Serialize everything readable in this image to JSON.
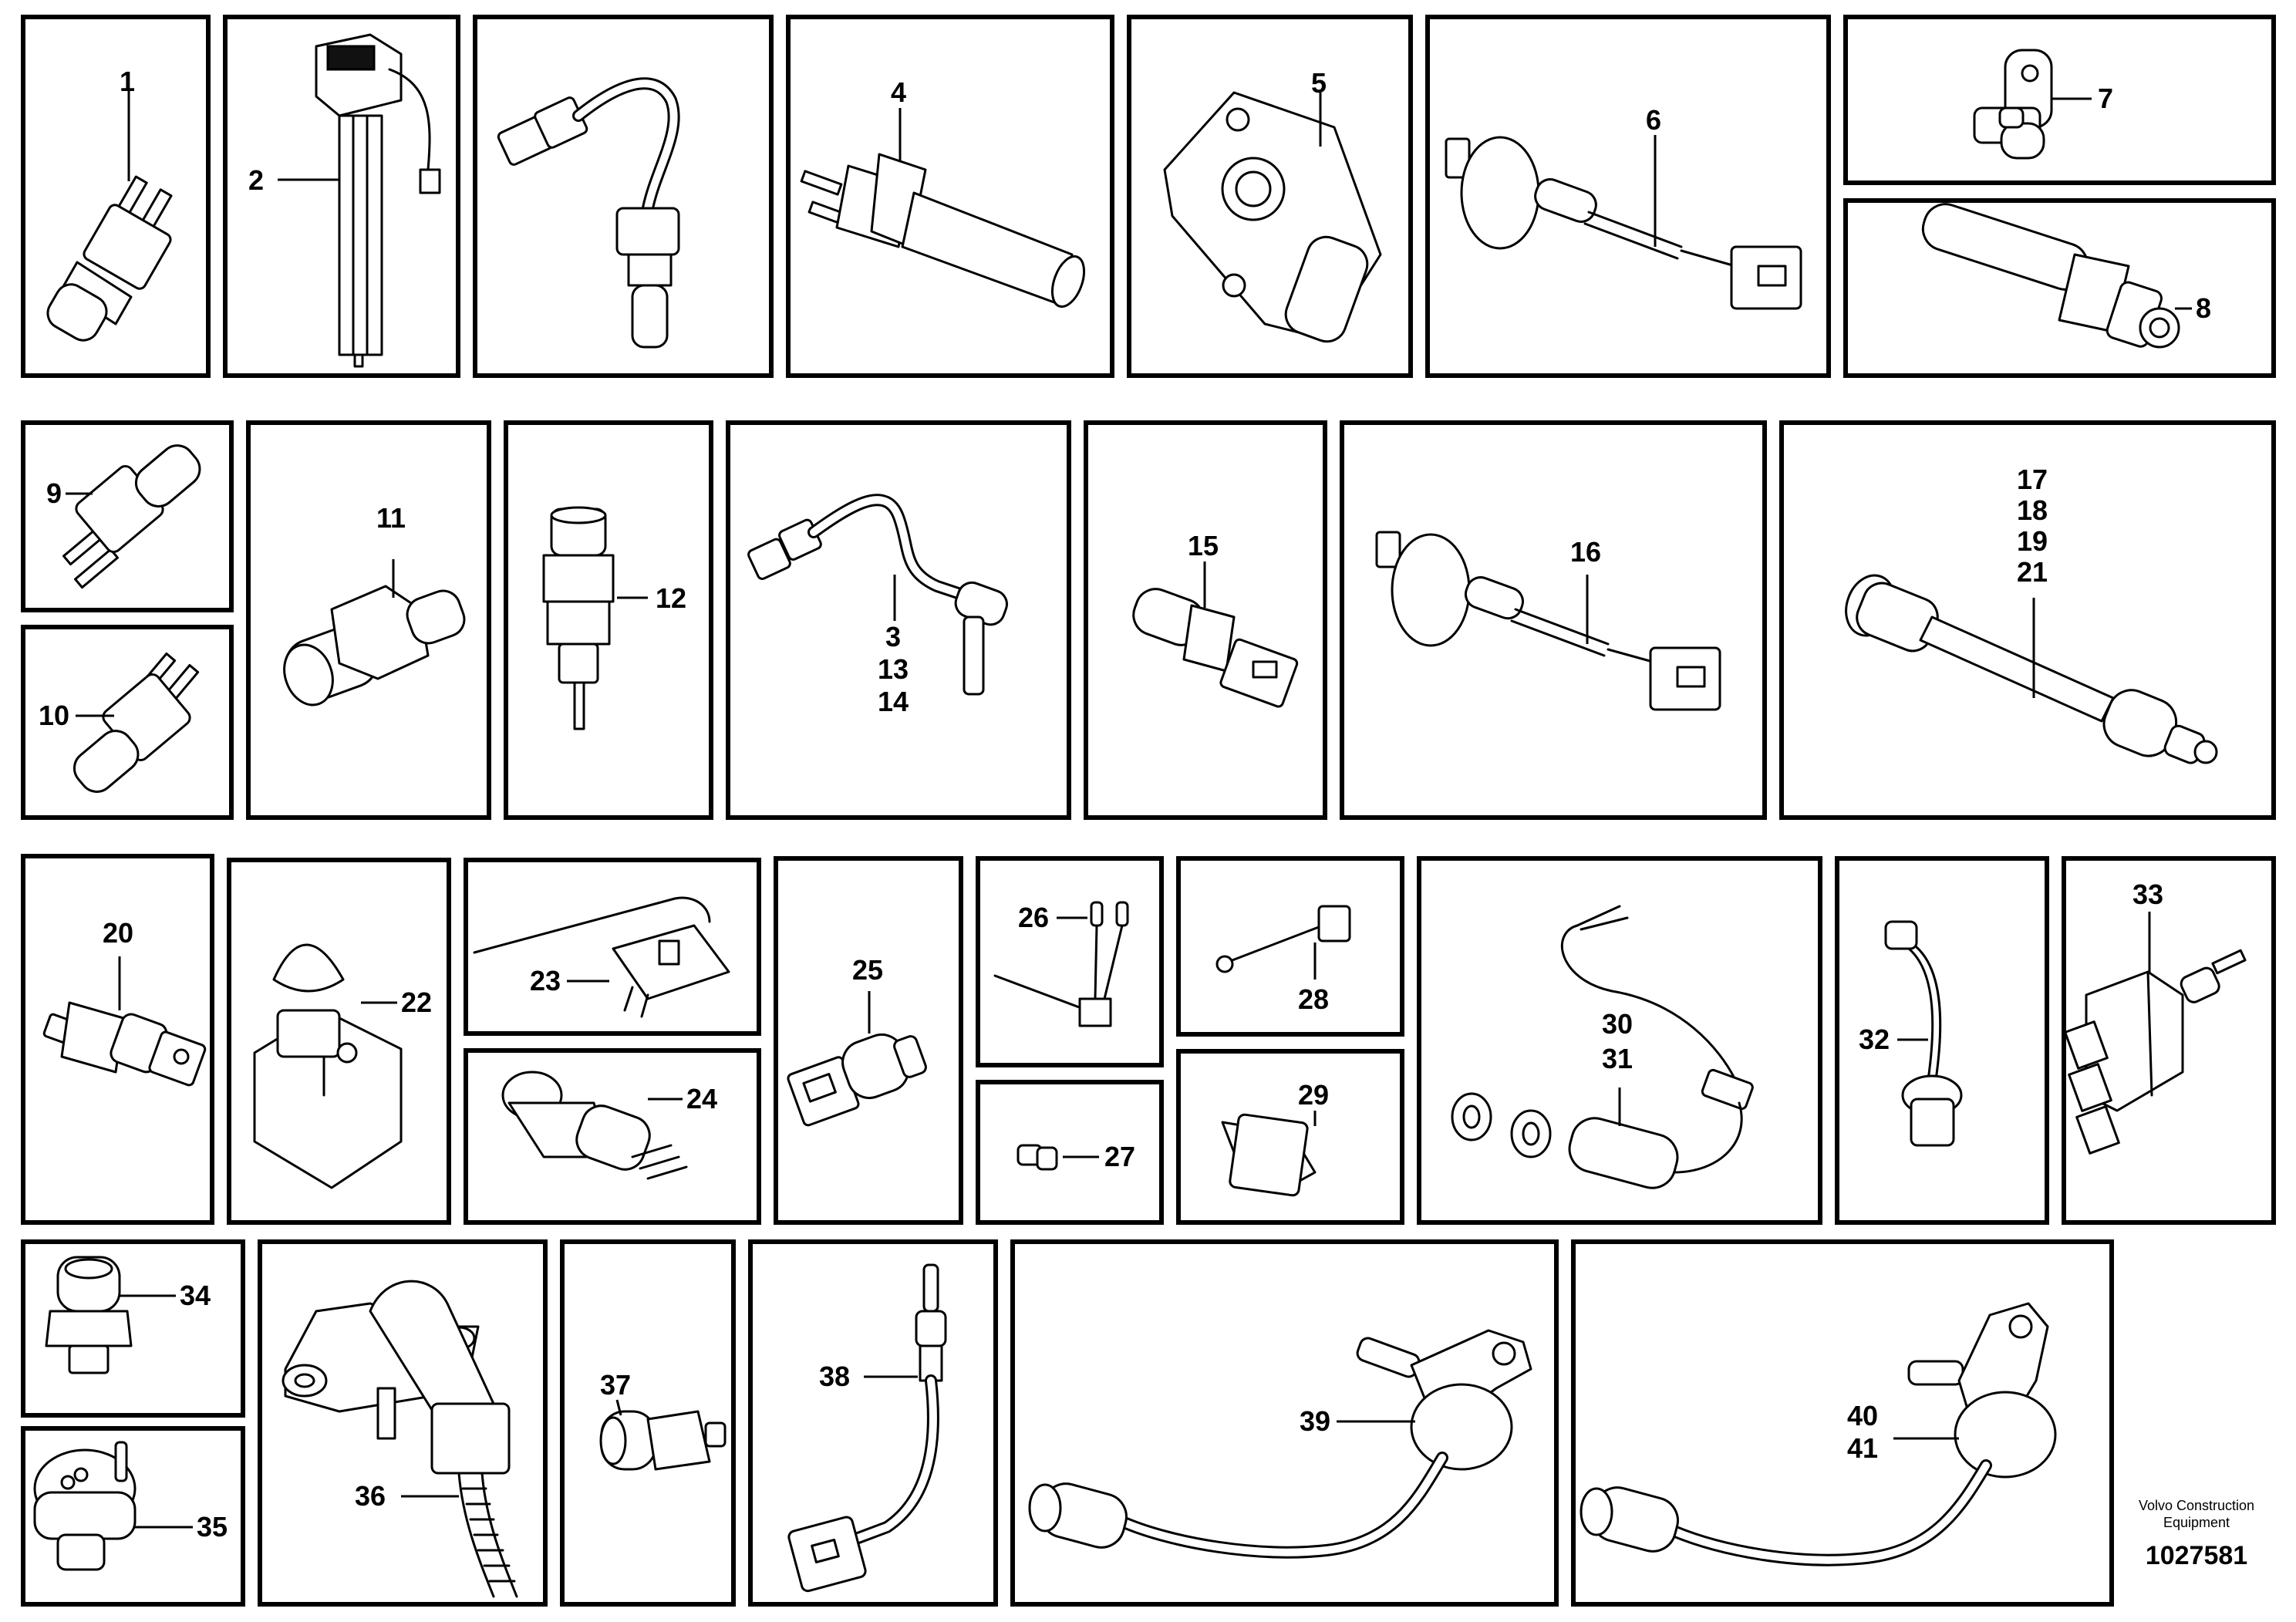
{
  "diagram": {
    "callouts": {
      "c1": "1",
      "c2": "2",
      "c3": "3",
      "c4": "4",
      "c5": "5",
      "c6": "6",
      "c7": "7",
      "c8": "8",
      "c9": "9",
      "c10": "10",
      "c11": "11",
      "c12": "12",
      "c13": "13",
      "c14": "14",
      "c15": "15",
      "c16": "16",
      "c17": "17",
      "c18": "18",
      "c19": "19",
      "c20": "20",
      "c21": "21",
      "c22": "22",
      "c23": "23",
      "c24": "24",
      "c25": "25",
      "c26": "26",
      "c27": "27",
      "c28": "28",
      "c29": "29",
      "c30": "30",
      "c31": "31",
      "c32": "32",
      "c33": "33",
      "c34": "34",
      "c35": "35",
      "c36": "36",
      "c37": "37",
      "c38": "38",
      "c39": "39",
      "c40": "40",
      "c41": "41"
    },
    "publisher_line1": "Volvo Construction",
    "publisher_line2": "Equipment",
    "document_number": "1027581"
  }
}
